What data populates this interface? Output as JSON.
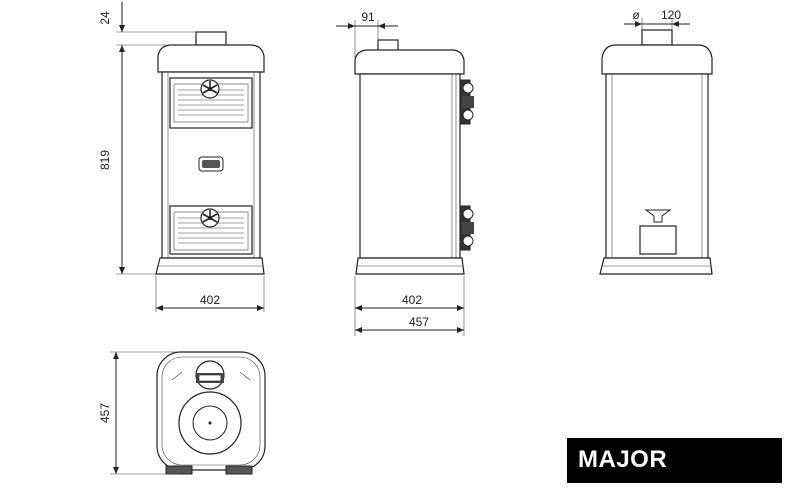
{
  "model_name": "MAJOR",
  "dimensions": {
    "flue_height": "24",
    "total_height": "819",
    "front_width": "402",
    "flue_offset": "91",
    "side_width": "402",
    "side_depth": "457",
    "flue_diameter_symbol": "ø",
    "flue_diameter": "120",
    "top_depth": "457"
  },
  "icons": [
    "front-view",
    "side-view",
    "rear-view",
    "top-view",
    "fan-icon"
  ]
}
